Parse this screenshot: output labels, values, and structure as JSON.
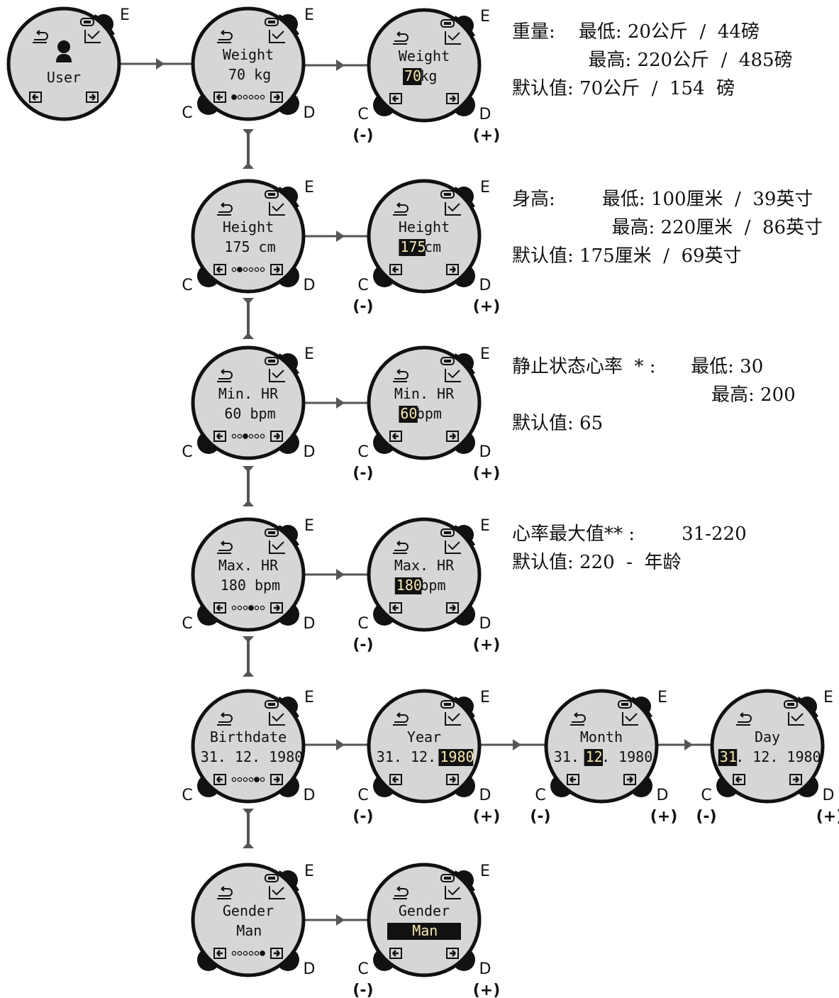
{
  "colors": {
    "dial_fill": "#d6d6d6",
    "outline": "#111111",
    "connector": "#555555",
    "highlight_text": "#f4e8b0"
  },
  "button_labels": {
    "c": "C",
    "d": "D",
    "e": "E",
    "minus": "(-)",
    "plus": "(+)"
  },
  "icons": {
    "back": "back-icon",
    "confirm": "check-icon",
    "battery": "battery-icon",
    "left": "left-arrow-icon",
    "right": "right-arrow-icon",
    "user": "user-icon"
  },
  "watches": [
    {
      "id": "user",
      "title": "User",
      "value": [],
      "dots": 0,
      "icon": "user-icon",
      "btn_e": true,
      "btn_cd": false,
      "pm": false
    },
    {
      "id": "weight",
      "title": "Weight",
      "value": [
        {
          "t": "70 kg",
          "h": false
        }
      ],
      "dots": 1,
      "btn_e": true,
      "btn_cd": true,
      "pm": false
    },
    {
      "id": "weight-edit",
      "title": "Weight",
      "value": [
        {
          "t": "70",
          "h": true
        },
        {
          "t": " kg",
          "h": false
        }
      ],
      "dots": 0,
      "btn_e": true,
      "btn_cd": true,
      "pm": true
    },
    {
      "id": "height",
      "title": "Height",
      "value": [
        {
          "t": "175 cm",
          "h": false
        }
      ],
      "dots": 2,
      "btn_e": true,
      "btn_cd": true,
      "pm": false
    },
    {
      "id": "height-edit",
      "title": "Height",
      "value": [
        {
          "t": "175",
          "h": true
        },
        {
          "t": " cm",
          "h": false
        }
      ],
      "dots": 0,
      "btn_e": true,
      "btn_cd": true,
      "pm": true
    },
    {
      "id": "minhr",
      "title": "Min. HR",
      "value": [
        {
          "t": "60 bpm",
          "h": false
        }
      ],
      "dots": 3,
      "btn_e": true,
      "btn_cd": true,
      "pm": false
    },
    {
      "id": "minhr-edit",
      "title": "Min. HR",
      "value": [
        {
          "t": "60",
          "h": true
        },
        {
          "t": " bpm",
          "h": false
        }
      ],
      "dots": 0,
      "btn_e": true,
      "btn_cd": true,
      "pm": true
    },
    {
      "id": "maxhr",
      "title": "Max. HR",
      "value": [
        {
          "t": "180 bpm",
          "h": false
        }
      ],
      "dots": 4,
      "btn_e": true,
      "btn_cd": true,
      "pm": false
    },
    {
      "id": "maxhr-edit",
      "title": "Max. HR",
      "value": [
        {
          "t": "180",
          "h": true
        },
        {
          "t": " bpm",
          "h": false
        }
      ],
      "dots": 0,
      "btn_e": true,
      "btn_cd": true,
      "pm": true
    },
    {
      "id": "birthdate",
      "title": "Birthdate",
      "value": [
        {
          "t": "31. 12. 1980",
          "h": false
        }
      ],
      "dots": 5,
      "btn_e": true,
      "btn_cd": true,
      "pm": false
    },
    {
      "id": "year-edit",
      "title": "Year",
      "value": [
        {
          "t": "31. 12. ",
          "h": false
        },
        {
          "t": "1980",
          "h": true
        }
      ],
      "dots": 0,
      "btn_e": true,
      "btn_cd": true,
      "pm": true
    },
    {
      "id": "month-edit",
      "title": "Month",
      "value": [
        {
          "t": "31. ",
          "h": false
        },
        {
          "t": "12",
          "h": true
        },
        {
          "t": ". 1980",
          "h": false
        }
      ],
      "dots": 0,
      "btn_e": true,
      "btn_cd": true,
      "pm": true
    },
    {
      "id": "day-edit",
      "title": "Day",
      "value": [
        {
          "t": "31",
          "h": true
        },
        {
          "t": ". 12. 1980",
          "h": false
        }
      ],
      "dots": 0,
      "btn_e": true,
      "btn_cd": true,
      "pm": true
    },
    {
      "id": "gender",
      "title": "Gender",
      "value": [
        {
          "t": "Man",
          "h": false
        }
      ],
      "dots": 6,
      "btn_e": true,
      "btn_cd": true,
      "pm": false,
      "no_c": true
    },
    {
      "id": "gender-edit",
      "title": "Gender",
      "value": [
        {
          "t": "Man",
          "h": true,
          "bar": true
        }
      ],
      "dots": 0,
      "btn_e": true,
      "btn_cd": true,
      "pm": true
    }
  ],
  "notes": {
    "weight": [
      "重量:    最低: 20公斤  /  44磅",
      "             最高: 220公斤  /  485磅",
      "默认值: 70公斤  /  154  磅"
    ],
    "height": [
      "身高:        最低: 100厘米  /  39英寸",
      "                 最高: 220厘米  /  86英寸",
      "默认值: 175厘米  /  69英寸"
    ],
    "minhr": [
      "静止状态心率  * :      最低: 30",
      "                                  最高: 200",
      "默认值: 65"
    ],
    "maxhr": [
      "心率最大值** :        31-220",
      "默认值: 220  -  年龄"
    ]
  }
}
